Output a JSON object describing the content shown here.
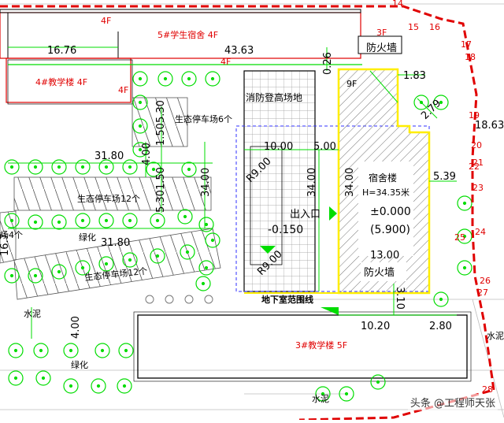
{
  "colors": {
    "red_line": "#e00000",
    "green": "#00dd00",
    "yellow": "#ffee00",
    "blue_dash": "#3030ff",
    "building": "#000000",
    "hatch": "#777777"
  },
  "labels": {
    "b5": "5#学生宿舍  4F",
    "b4": "4#教学楼  4F",
    "b3": "3#教学楼  5F",
    "fire_area": "消防登高场地",
    "dorm": "宿舍楼",
    "dorm_height": "H=34.35米",
    "elev1": "±0.000",
    "elev2": "(5.900)",
    "fire_wall_top": "防火墙",
    "fire_wall_bottom": "防火墙",
    "floor_9f": "9F",
    "floor_3f": "3F",
    "floor_4f_a": "4F",
    "floor_4f_b": "4F",
    "floor_4f_c": "4F",
    "entrance": "出入口",
    "basement_elev": "-0.150",
    "basement_line": "地下室范围线",
    "park1": "生态停车场6个",
    "park2": "生态停车场12个",
    "park3": "生态停车场12个",
    "park_side": "场4个",
    "green1": "绿化",
    "green2": "绿化",
    "cement1": "水泥",
    "cement2": "水泥",
    "cement3": "水泥",
    "r9_top": "R9.00",
    "r9_bot": "R9.00",
    "watermark": "头条 @工程师天张"
  },
  "dimensions": {
    "d1676": "16.76",
    "d4363": "43.63",
    "d026": "0.26",
    "d183": "1.83",
    "d279": "2.79",
    "d1863": "18.63",
    "d3180a": "31.80",
    "d3180b": "31.80",
    "d400a": "4.00",
    "d400b": "4.00",
    "d1505": "1.505.30",
    "d5301": "5.301.50",
    "d3400a": "34.00",
    "d3400b": "34.00",
    "d3400c": "34.00",
    "d1000": "10.00",
    "d500": "5.00",
    "d539": "5.39",
    "d1300": "13.00",
    "d310": "3.10",
    "d1020": "10.20",
    "d280": "2.80",
    "d167": "16.7"
  },
  "boundary_points": [
    "14",
    "15",
    "16",
    "17",
    "18",
    "19",
    "20",
    "21",
    "22",
    "23",
    "24",
    "25",
    "26",
    "27",
    "28"
  ]
}
